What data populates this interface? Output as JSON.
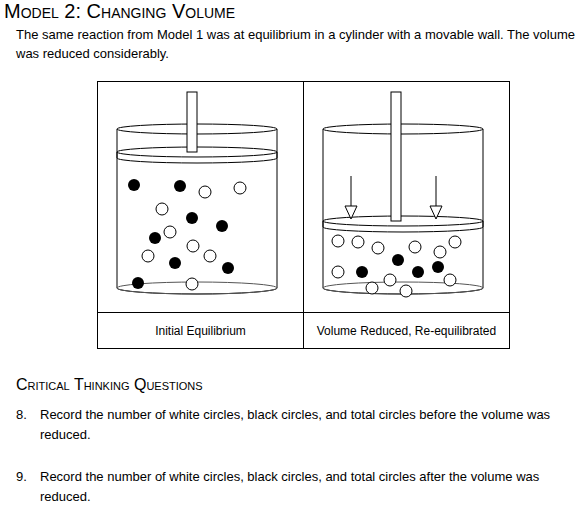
{
  "diagram": {
    "title": "Model 2: Changing Volume",
    "caption": "The same reaction from Model 1 was at equilibrium in a cylinder with a movable wall.  The volume was reduced considerably.",
    "nodes": [
      {
        "text": [
          "Initial Equilibrium"
        ]
      },
      {
        "text": [
          "Volume Reduced, Re-equilibrated"
        ]
      }
    ],
    "labels": [
      "Critical Thinking Questions",
      "8.",
      "Record the number of white circles, black circles, and total circles before the volume was reduced.",
      "9.",
      "Record the number of white circles, black circles, and total circles after the volume was reduced."
    ]
  }
}
